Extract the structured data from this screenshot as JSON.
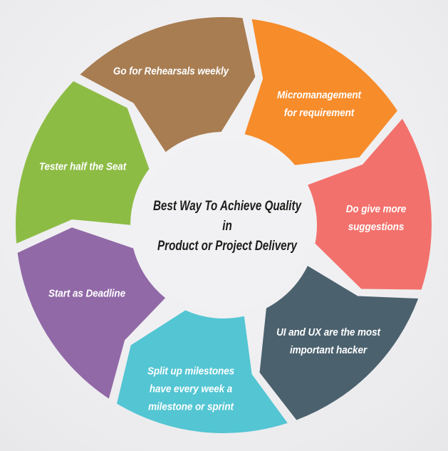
{
  "diagram": {
    "type": "cycle-arrow-wheel",
    "flow_direction": "clockwise",
    "center": {
      "title": "Best Way To Achieve Quality\nin\nProduct or Project Delivery"
    },
    "segments": [
      {
        "name": "rehearsals",
        "label": "Go for Rehearsals weekly",
        "color": "#a87d52"
      },
      {
        "name": "micromanagement",
        "label": "Micromanagement\nfor requirement",
        "color": "#f78c2b"
      },
      {
        "name": "suggestions",
        "label": "Do give more\nsuggestions",
        "color": "#f3716c"
      },
      {
        "name": "ui-ux",
        "label": "UI and UX are the most\nimportant hacker",
        "color": "#4b616e"
      },
      {
        "name": "milestones",
        "label": "Split up milestones\nhave every week a\nmilestone or sprint",
        "color": "#53c5d3"
      },
      {
        "name": "deadline",
        "label": "Start as Deadline",
        "color": "#9169a7"
      },
      {
        "name": "tester",
        "label": "Tester half the Seat",
        "color": "#8dbc45"
      }
    ]
  },
  "colors": {
    "center_circle": "#f1f1f3",
    "label_text": "#ffffff",
    "center_text": "#1d1d1b"
  }
}
